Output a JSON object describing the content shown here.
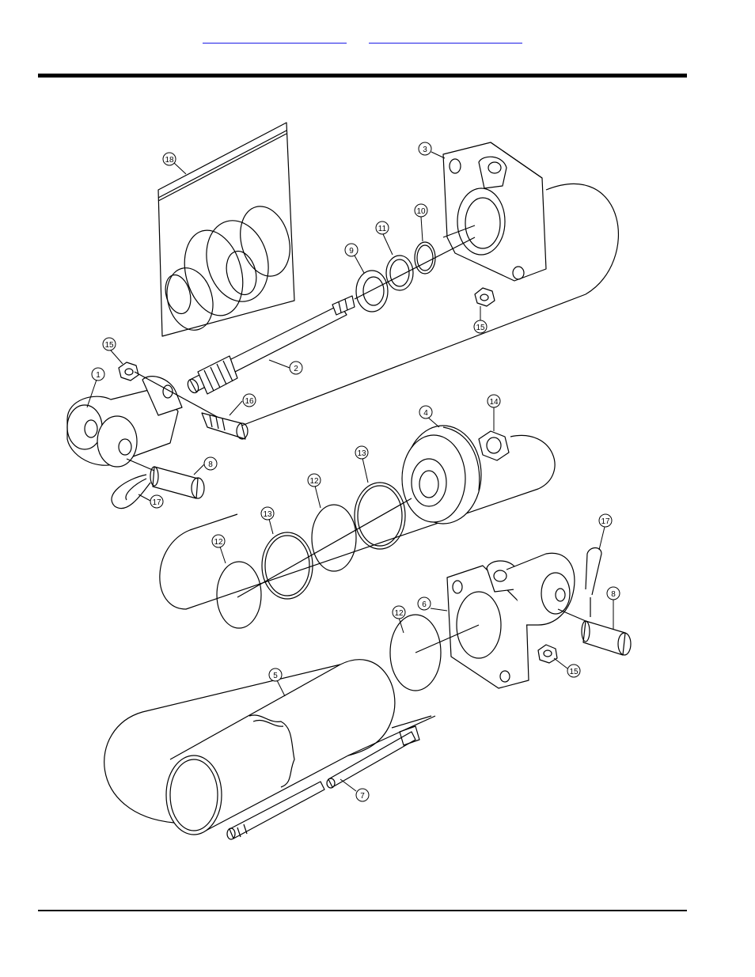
{
  "header": {
    "link_left": "",
    "link_right": ""
  },
  "diagram": {
    "callouts": [
      "1",
      "2",
      "3",
      "4",
      "5",
      "6",
      "7",
      "8",
      "8",
      "9",
      "10",
      "11",
      "12",
      "12",
      "12",
      "13",
      "13",
      "14",
      "15",
      "15",
      "15",
      "16",
      "17",
      "17",
      "18"
    ]
  }
}
